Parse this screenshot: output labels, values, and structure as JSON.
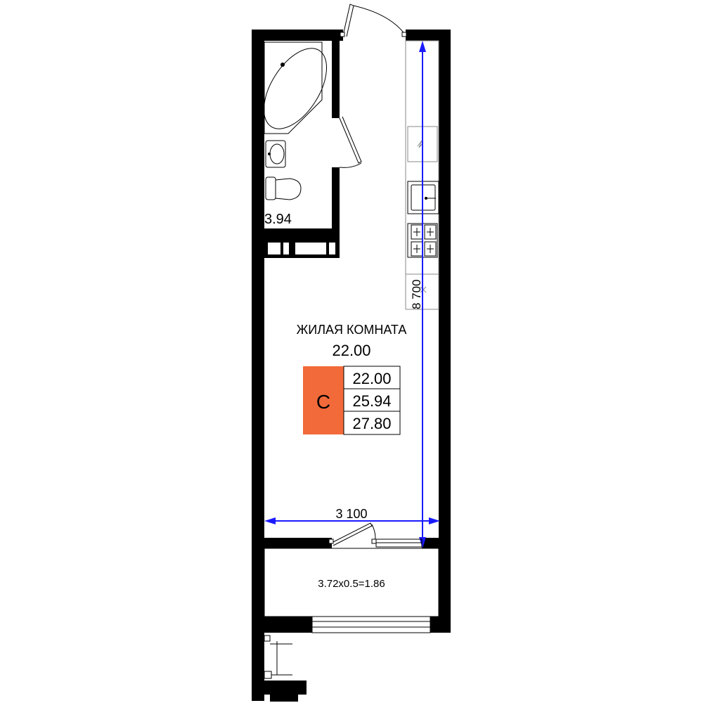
{
  "bathroom": {
    "area": "3.94"
  },
  "living_room": {
    "name": "ЖИЛАЯ КОМНАТА",
    "area": "22.00"
  },
  "summary": {
    "type_letter": "С",
    "badge_color": "#f26a3a",
    "values": [
      "22.00",
      "25.94",
      "27.80"
    ]
  },
  "dimensions": {
    "length": "8 700",
    "width": "3 100"
  },
  "balcony": {
    "formula": "3.72x0.5=1.86"
  },
  "colors": {
    "dimension_line": "#1a1aff",
    "walls": "#000000"
  }
}
